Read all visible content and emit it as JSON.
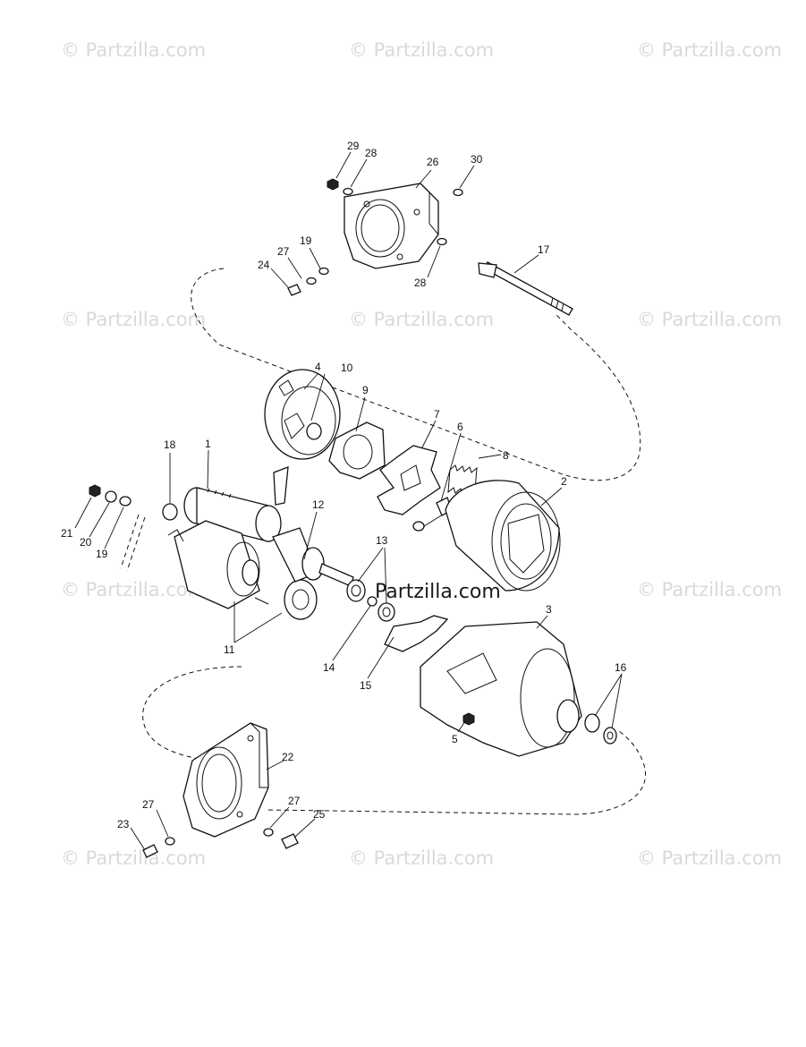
{
  "watermark": "© Partzilla.com",
  "center_watermark": "Partzilla.com",
  "callouts": [
    "29",
    "28",
    "26",
    "30",
    "17",
    "27",
    "19",
    "24",
    "28",
    "4",
    "10",
    "9",
    "7",
    "6",
    "8",
    "2",
    "18",
    "1",
    "21",
    "20",
    "19",
    "12",
    "13",
    "11",
    "14",
    "15",
    "3",
    "16",
    "5",
    "22",
    "27",
    "23",
    "27",
    "25"
  ]
}
